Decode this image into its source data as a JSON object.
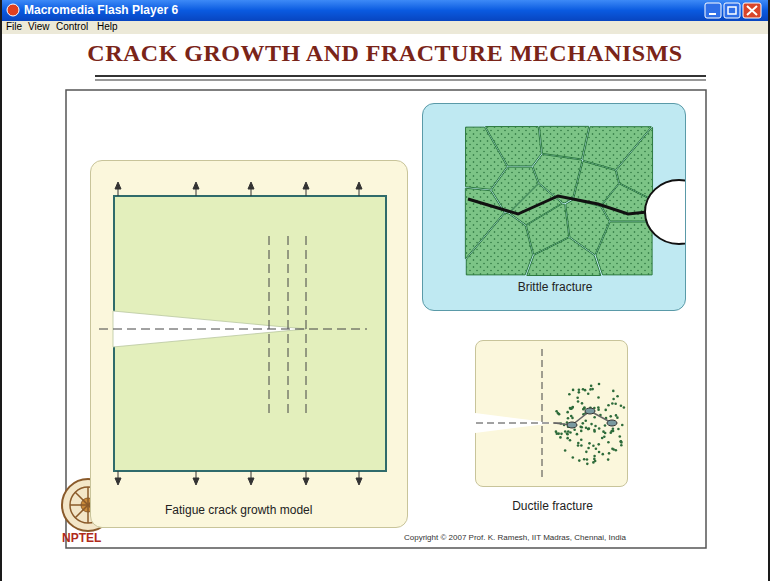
{
  "diagram": {
    "title": "CRACK GROWTH AND FRACTURE MECHANISMS",
    "nodes": [
      {
        "text": [
          "Fatigue crack growth model"
        ]
      },
      {
        "text": [
          "Brittle fracture"
        ]
      },
      {
        "text": [
          "Ductile fracture"
        ]
      }
    ],
    "labels": [
      "Macromedia Flash Player 6",
      "File",
      "View",
      "Control",
      "Help",
      "NPTEL",
      "Copyright © 2007 Prof. K. Ramesh, IIT Madras, Chennai, India"
    ]
  }
}
